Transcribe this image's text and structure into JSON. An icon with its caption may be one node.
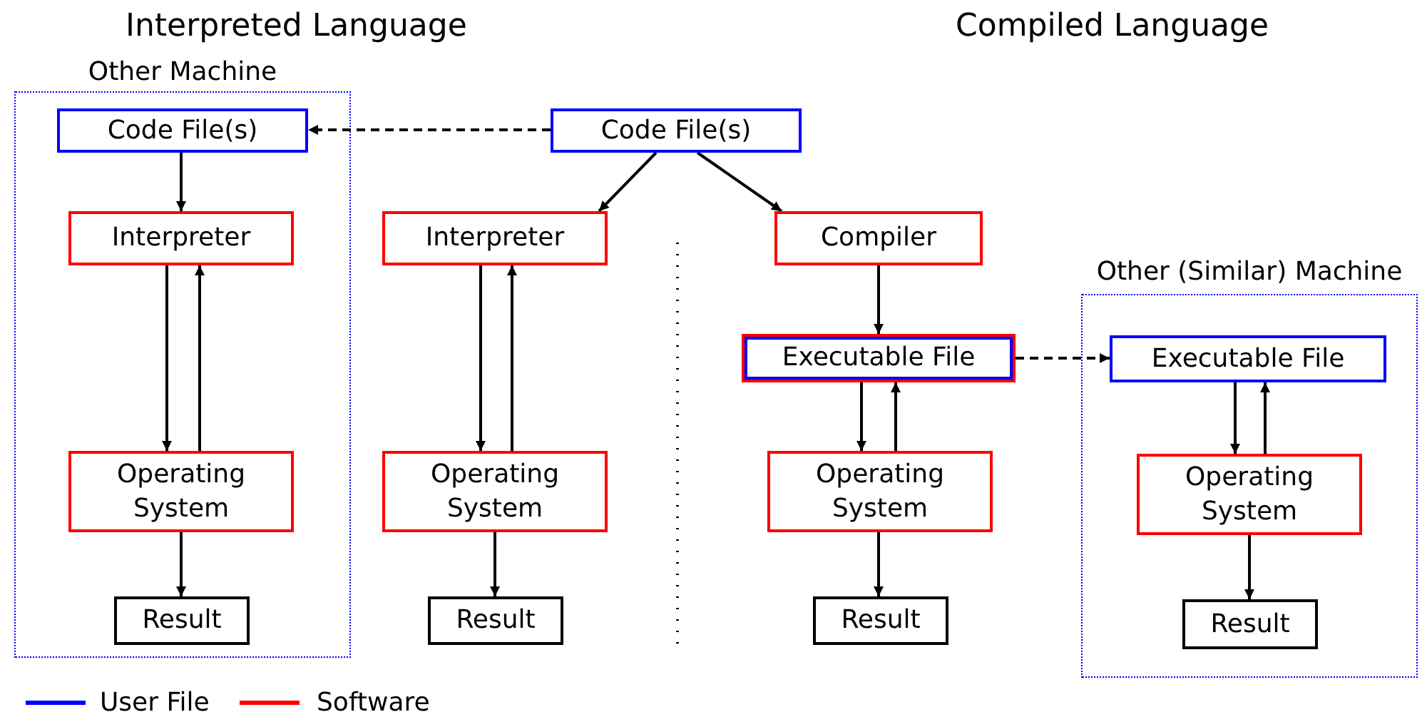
{
  "diagram": {
    "nodes": [
      {
        "text": [
          "Other Machine"
        ]
      },
      {
        "text": [
          "Code File(s)"
        ],
        "in": 0
      },
      {
        "text": [
          "Interpreter"
        ],
        "in": 0
      },
      {
        "text": [
          "Operating System"
        ],
        "in": 0
      },
      {
        "text": [
          "Result"
        ],
        "in": 0
      },
      {
        "text": [
          "Code File(s)"
        ]
      },
      {
        "text": [
          "Interpreter"
        ]
      },
      {
        "text": [
          "Operating System"
        ]
      },
      {
        "text": [
          "Result"
        ]
      },
      {
        "text": [
          "Compiler"
        ]
      },
      {
        "text": [
          "Executable File"
        ]
      },
      {
        "text": [
          "Operating System"
        ]
      },
      {
        "text": [
          "Result"
        ]
      },
      {
        "text": [
          "Other (Similar) Machine"
        ]
      },
      {
        "text": [
          "Executable File"
        ],
        "in": 13
      },
      {
        "text": [
          "Operating System"
        ],
        "in": 13
      },
      {
        "text": [
          "Result"
        ],
        "in": 13
      }
    ],
    "edges": [
      {
        "from": 5,
        "to": 1,
        "arrow": "to",
        "style": "dashed"
      },
      {
        "from": 5,
        "to": 6,
        "arrow": "to"
      },
      {
        "from": 5,
        "to": 9,
        "arrow": "to"
      },
      {
        "from": 1,
        "to": 2,
        "arrow": "to"
      },
      {
        "from": 2,
        "to": 3,
        "arrow": "to"
      },
      {
        "from": 3,
        "to": 2,
        "arrow": "to"
      },
      {
        "from": 3,
        "to": 4,
        "arrow": "to"
      },
      {
        "from": 6,
        "to": 7,
        "arrow": "to"
      },
      {
        "from": 7,
        "to": 6,
        "arrow": "to"
      },
      {
        "from": 7,
        "to": 8,
        "arrow": "to"
      },
      {
        "from": 9,
        "to": 10,
        "arrow": "to"
      },
      {
        "from": 10,
        "to": 11,
        "arrow": "to"
      },
      {
        "from": 11,
        "to": 10,
        "arrow": "to"
      },
      {
        "from": 11,
        "to": 12,
        "arrow": "to"
      },
      {
        "from": 10,
        "to": 14,
        "arrow": "to",
        "style": "dashed"
      },
      {
        "from": 14,
        "to": 15,
        "arrow": "to"
      },
      {
        "from": 15,
        "to": 14,
        "arrow": "to"
      },
      {
        "from": 15,
        "to": 16,
        "arrow": "to"
      }
    ],
    "labels": [
      "Interpreted Language",
      "Compiled Language"
    ],
    "legend": [
      {
        "text": "User File",
        "color": "#0000ff"
      },
      {
        "text": "Software",
        "color": "#ff0000"
      }
    ]
  }
}
